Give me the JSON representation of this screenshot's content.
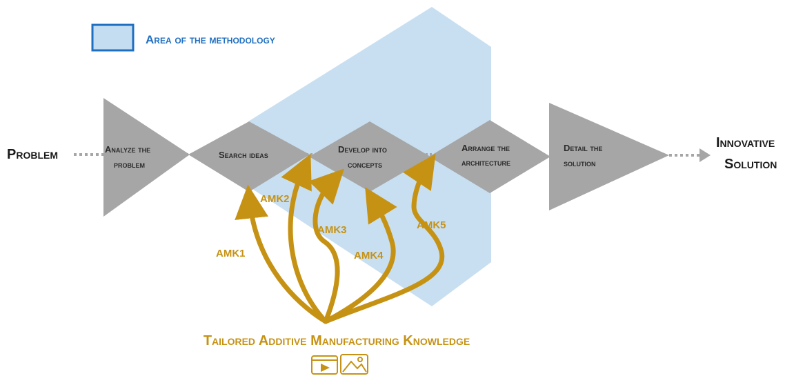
{
  "legend": {
    "label": "Area of the methodology",
    "swatch_fill": "#c5ddf0",
    "swatch_border": "#1f6fc0"
  },
  "flow": {
    "start_label": "Problem",
    "end_label_line1": "Innovative",
    "end_label_line2": "Solution",
    "stages": [
      {
        "line1": "Analyze the",
        "line2": "problem"
      },
      {
        "line1": "Search ideas",
        "line2": ""
      },
      {
        "line1": "Develop into",
        "line2": "concepts"
      },
      {
        "line1": "Arrange the",
        "line2": "architecture"
      },
      {
        "line1": "Detail the",
        "line2": "solution"
      }
    ]
  },
  "arrows": [
    "AMK1",
    "AMK2",
    "AMK3",
    "AMK4",
    "AMK5"
  ],
  "knowledge": {
    "label": "Tailored Additive Manufacturing Knowledge",
    "icons": [
      "video-icon",
      "image-icon"
    ]
  },
  "colors": {
    "methodology_area": "#c5ddf0",
    "stage_shape": "#a6a6a6",
    "amk_accent": "#c69214",
    "legend_text": "#1f6fc0"
  }
}
